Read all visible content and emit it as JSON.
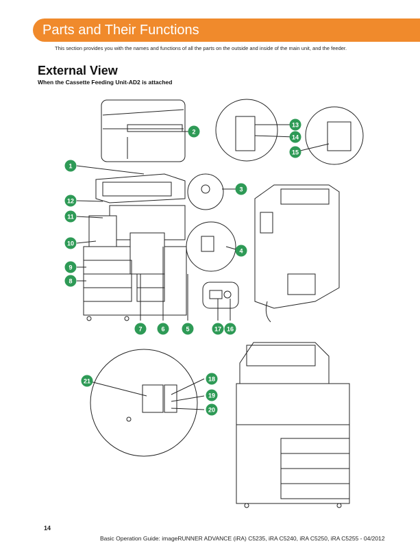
{
  "header": {
    "title": "Parts and Their Functions",
    "intro": "This section provides you with the names and functions of all the parts on the outside and inside of the main unit, and the feeder."
  },
  "section": {
    "title": "External View",
    "subtitle": "When the Cassette Feeding Unit-AD2 is attached"
  },
  "callouts": [
    "1",
    "2",
    "3",
    "4",
    "5",
    "6",
    "7",
    "8",
    "9",
    "10",
    "11",
    "12",
    "13",
    "14",
    "15",
    "16",
    "17",
    "18",
    "19",
    "20",
    "21"
  ],
  "colors": {
    "accent": "#f08a2c",
    "callout_green": "#2e9a56"
  },
  "footer": {
    "page_number": "14",
    "guide_text": "Basic Operation Guide: imageRUNNER ADVANCE (iRA) C5235, iRA C5240, iRA C5250, iRA C5255 - 04/2012"
  }
}
